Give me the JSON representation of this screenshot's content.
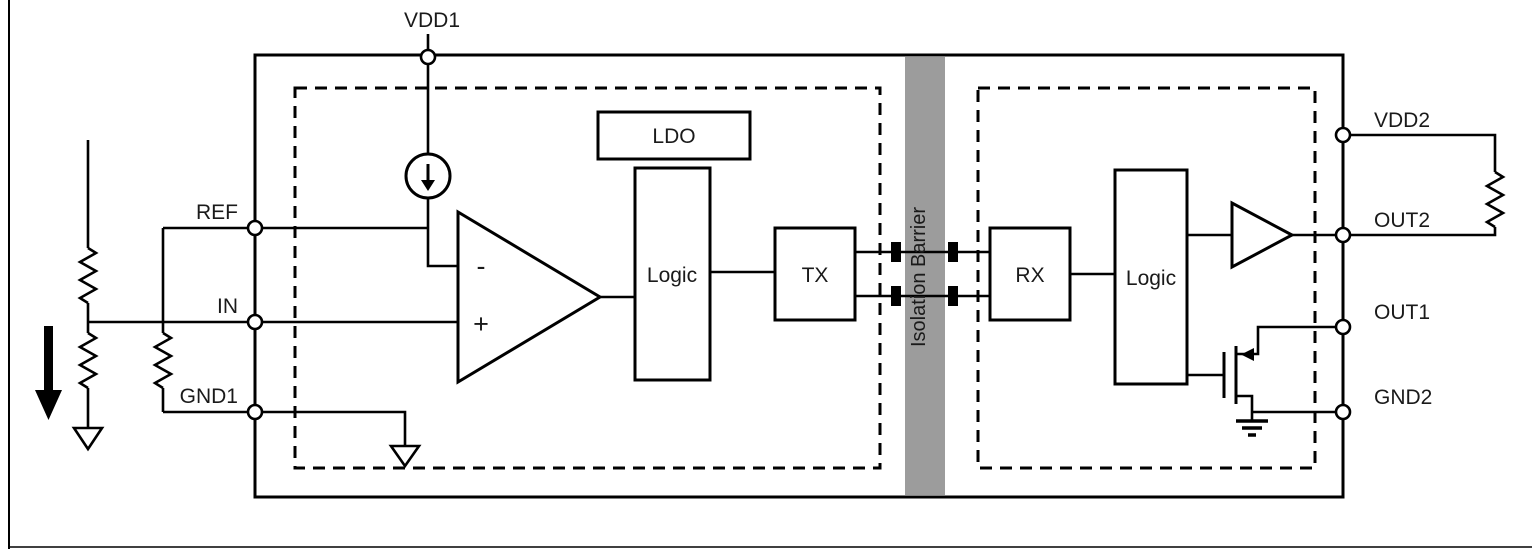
{
  "pins": {
    "vdd1": "VDD1",
    "ref": "REF",
    "in": "IN",
    "gnd1": "GND1",
    "vdd2": "VDD2",
    "out2": "OUT2",
    "out1": "OUT1",
    "gnd2": "GND2"
  },
  "blocks": {
    "ldo": "LDO",
    "logic_left": "Logic",
    "tx": "TX",
    "rx": "RX",
    "logic_right": "Logic",
    "isolation_barrier": "Isolation Barrier"
  },
  "comparator": {
    "minus_input": "-",
    "plus_input": "+"
  },
  "colors": {
    "line": "#000000",
    "barrier_fill": "#9c9c9c",
    "background": "#ffffff"
  }
}
